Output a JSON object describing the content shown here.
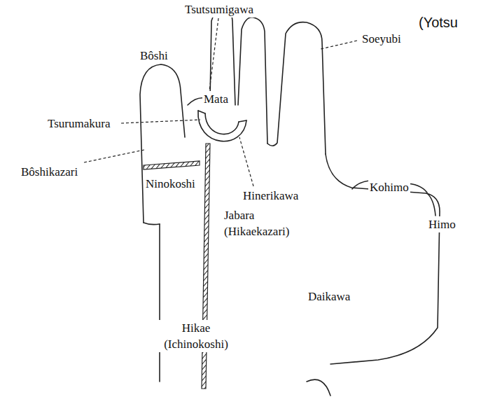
{
  "diagram": {
    "labels": [
      "(Yotsu",
      "Tsutsumigawa",
      "Soeyubi",
      "Bôshi",
      "Mata",
      "Tsurumakura",
      "Bôshikazari",
      "Ninokoshi",
      "Hinerikawa",
      "Kohimo",
      "Himo",
      "Jabara (Hikaekazari)",
      "Daikawa",
      "Hikae (Ichinokoshi)"
    ]
  }
}
